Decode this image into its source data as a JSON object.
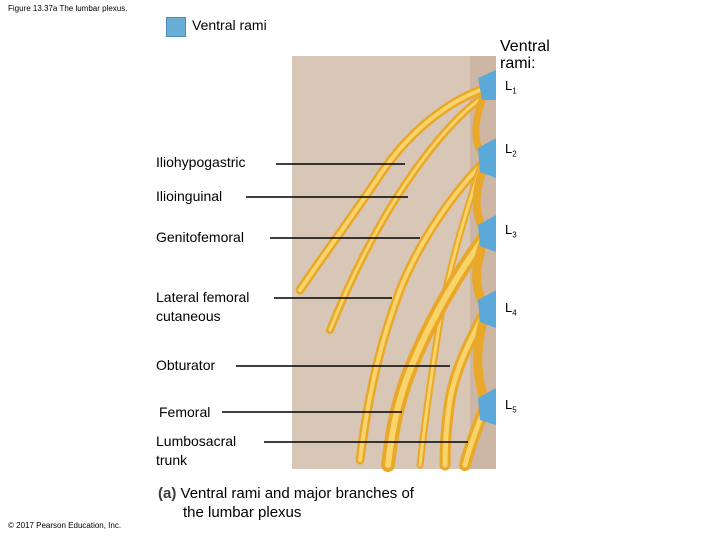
{
  "figure_caption": "Figure 13.37a The lumbar plexus.",
  "legend": {
    "label": "Ventral rami",
    "color": "#6aaed6"
  },
  "rami_title": "Ventral rami:",
  "levels": [
    {
      "main": "L",
      "sub": "1"
    },
    {
      "main": "L",
      "sub": "2"
    },
    {
      "main": "L",
      "sub": "3"
    },
    {
      "main": "L",
      "sub": "4"
    },
    {
      "main": "L",
      "sub": "5"
    }
  ],
  "labels": {
    "iliohypogastric": "Iliohypogastric",
    "ilioinguinal": "Ilioinguinal",
    "genitofemoral": "Genitofemoral",
    "lateral_femoral_1": "Lateral femoral",
    "lateral_femoral_2": "cutaneous",
    "obturator": "Obturator",
    "femoral": "Femoral",
    "lumbosacral_1": "Lumbosacral",
    "lumbosacral_2": "trunk"
  },
  "panel_caption": {
    "letter": "(a)",
    "line1": "Ventral rami and major branches of",
    "line2": "the lumbar plexus"
  },
  "copyright": "© 2017 Pearson Education, Inc.",
  "colors": {
    "tissue": "#d8c6b6",
    "nerve": "#f2b632",
    "nerve_light": "#f9d46a",
    "ramus": "#5aa9d8"
  }
}
